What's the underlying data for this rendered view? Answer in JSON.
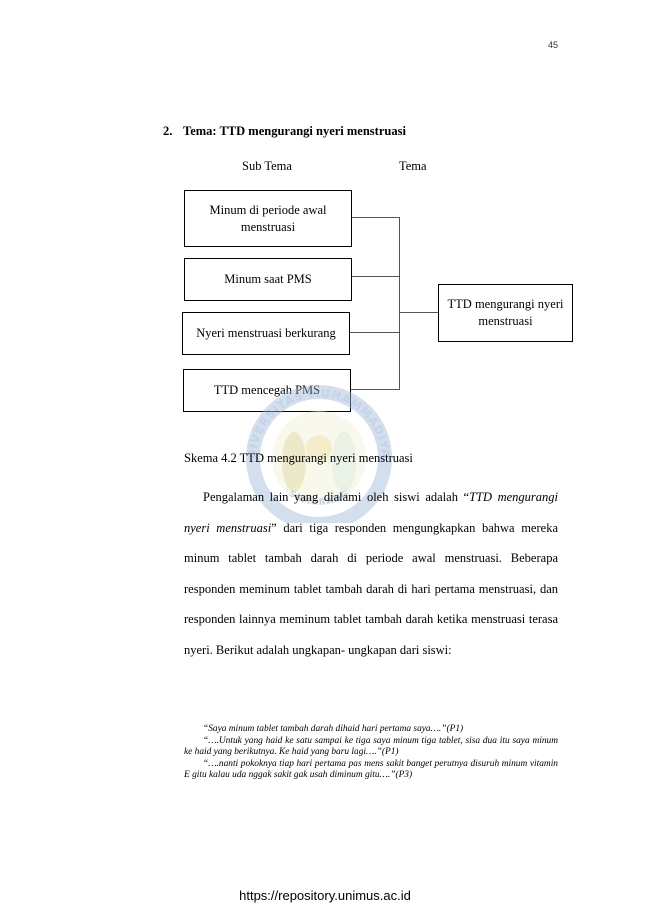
{
  "page_number": "45",
  "heading": {
    "number": "2.",
    "text": "Tema: TTD mengurangi nyeri menstruasi"
  },
  "diagram": {
    "subtema_label": "Sub Tema",
    "tema_label": "Tema",
    "subthemes": [
      "Minum di periode awal menstruasi",
      "Minum saat PMS",
      "Nyeri menstruasi berkurang",
      "TTD mencegah PMS"
    ],
    "theme": "TTD mengurangi nyeri menstruasi"
  },
  "watermark": {
    "top_text": "UNIVERSITAS MUHAMMADIYAH",
    "bottom_text": "SEMARANG"
  },
  "caption": "Skema 4.2 TTD mengurangi nyeri menstruasi",
  "paragraph": {
    "before": "Pengalaman lain yang dialami oleh siswi adalah “",
    "emphasis": "TTD mengurangi nyeri menstruasi",
    "after": "” dari tiga responden mengungkapkan bahwa mereka minum tablet tambah darah di periode awal menstruasi. Beberapa responden meminum tablet tambah darah di hari pertama menstruasi, dan responden lainnya meminum tablet tambah darah ketika menstruasi terasa nyeri. Berikut adalah ungkapan- ungkapan dari siswi:"
  },
  "quotes": [
    "“Saya minum tablet tambah darah dihaid hari pertama saya….”(P1)",
    "“….Untuk yang haid ke satu sampai ke tiga saya minum tiga tablet, sisa dua itu saya minum ke haid yang berikutnya. Ke haid yang baru lagi….”(P1)",
    "“….nanti pokoknya tiap hari pertama pas mens sakit banget perutnya disuruh minum vitamin E gitu kalau uda nggak sakit gak usah diminum gitu….”(P3)"
  ],
  "footer_url": "https://repository.unimus.ac.id"
}
